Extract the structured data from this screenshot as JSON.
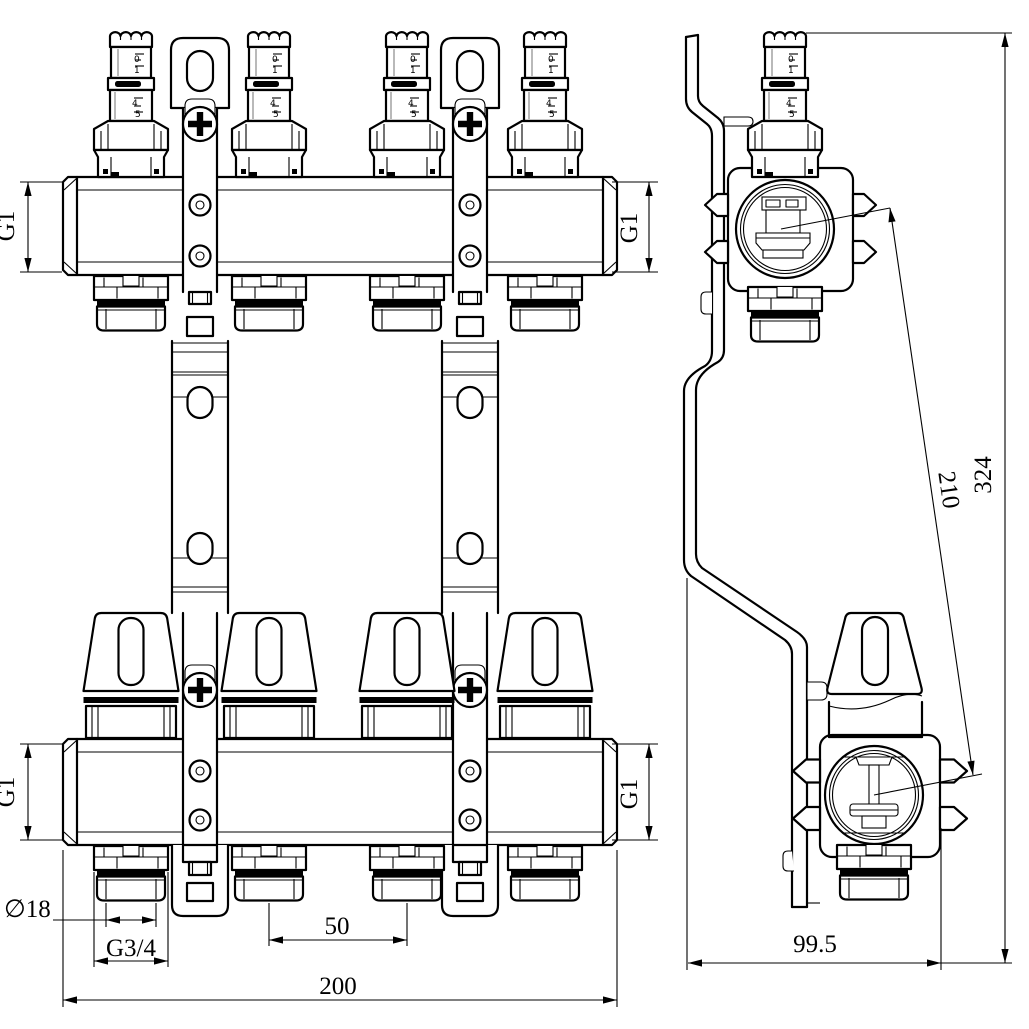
{
  "drawing": {
    "type": "manifold technical drawing",
    "front_view": {
      "manifold_thread_labels": [
        "G1",
        "G1",
        "G1",
        "G1"
      ],
      "outlet_diameter_label": "∅18",
      "outlet_thread_label": "G3/4",
      "outlet_spacing_label": "50",
      "total_length_label": "200",
      "valve_scale_marks": [
        "0",
        "1",
        "4",
        "5"
      ]
    },
    "side_view": {
      "depth_label": "99.5",
      "center_distance_label": "210",
      "height_label": "324",
      "valve_scale_marks": [
        "0",
        "1",
        "4",
        "5"
      ]
    }
  }
}
